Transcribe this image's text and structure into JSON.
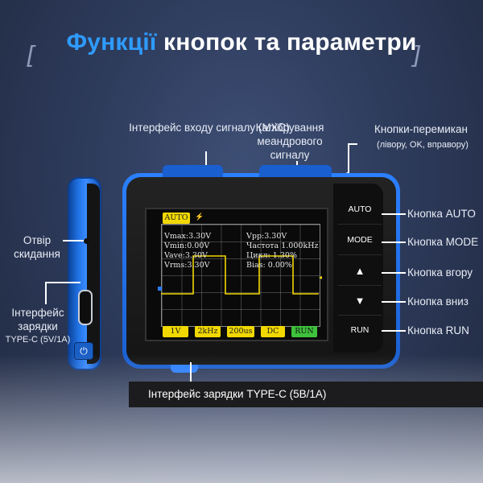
{
  "title": {
    "accent": "Функції",
    "rest": " кнопок та параметри"
  },
  "brackets": {
    "left": "[",
    "right": "]"
  },
  "callouts": {
    "input": "Інтерфейс входу сигналу (MXC)",
    "calib": "Калібрування меандрового сигналу",
    "switch_title": "Кнопки-перемикан",
    "switch_sub": "(лівору, OK, вправору)",
    "reset_1": "Отвір",
    "reset_2": "скидання",
    "charge_side_1": "Інтерфейс",
    "charge_side_2": "зарядки",
    "charge_side_3": "TYPE-C (5V/1A)",
    "auto": "Кнопка AUTO",
    "mode": "Кнопка MODE",
    "up": "Кнопка вгору",
    "down": "Кнопка вниз",
    "run": "Кнопка RUN"
  },
  "banner": "Інтерфейс зарядки TYPE-C (5В/1А)",
  "device_buttons": {
    "auto": "AUTO",
    "mode": "MODE",
    "up": "▲",
    "down": "▼",
    "run": "RUN"
  },
  "power_glyph": "⏻",
  "screen": {
    "mode_chip": "AUTO",
    "trigger_glyph": "⚡",
    "left_meas": [
      "Vmax:3.30V",
      "Vmin:0.00V",
      "Vave:3.30V",
      "Vrms:3.30V"
    ],
    "right_meas": [
      "Vpp:3.30V",
      "Частота 1.000kHz",
      "Цикл: 1.30%",
      "Bias: 0.00%"
    ],
    "bottom_chips": [
      "1V",
      "2kHz",
      "200us",
      "DC",
      "RUN"
    ]
  },
  "colors": {
    "accent": "#2f9bff",
    "device_blue": "#1a5fd0",
    "chip_yellow": "#f1d800",
    "chip_green": "#3ec23c"
  }
}
